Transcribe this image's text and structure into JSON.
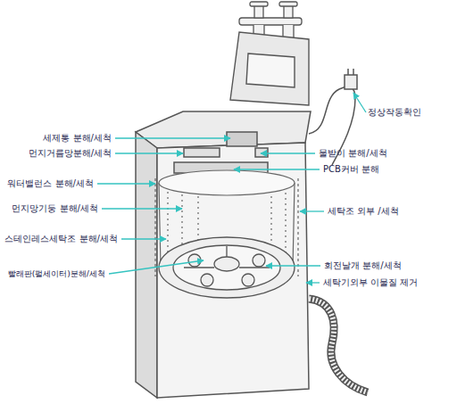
{
  "diagram": {
    "labels": [
      "정상작동확인",
      "세제통 분해/세척",
      "먼지거름망분해/세척",
      "물받이 분해/세척",
      "PCB커버 분해",
      "워터밸런스 분해/세척",
      "먼지망기둥 분해/세척",
      "세탁조 외부 /세척",
      "스테인레스세탁조 분해/세척",
      "회전날개 분해/세척",
      "빨래판(펄세이터)분해/세척",
      "세탁기외부 이물질 제거"
    ]
  }
}
